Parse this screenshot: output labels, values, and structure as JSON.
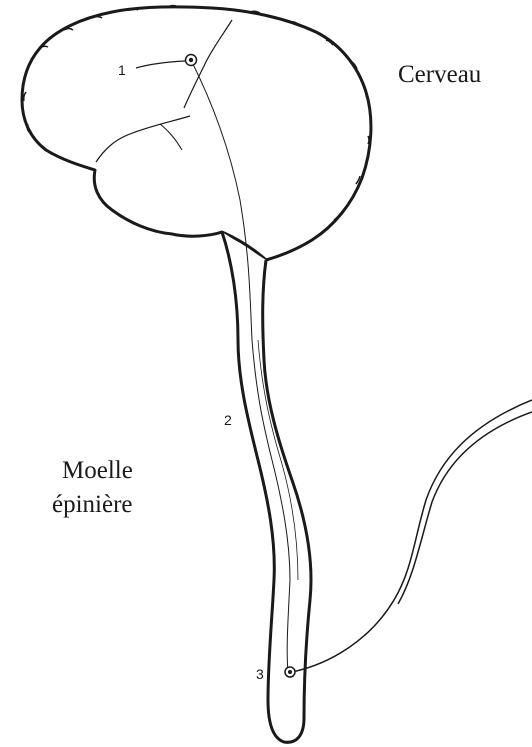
{
  "labels": {
    "brain": "Cerveau",
    "spinal_cord_line1": "Moelle",
    "spinal_cord_line2": "épinière"
  },
  "markers": {
    "neuron_1": "1",
    "neuron_2": "2",
    "neuron_3": "3"
  },
  "colors": {
    "ink": "#1a1a1a",
    "background": "#ffffff"
  }
}
